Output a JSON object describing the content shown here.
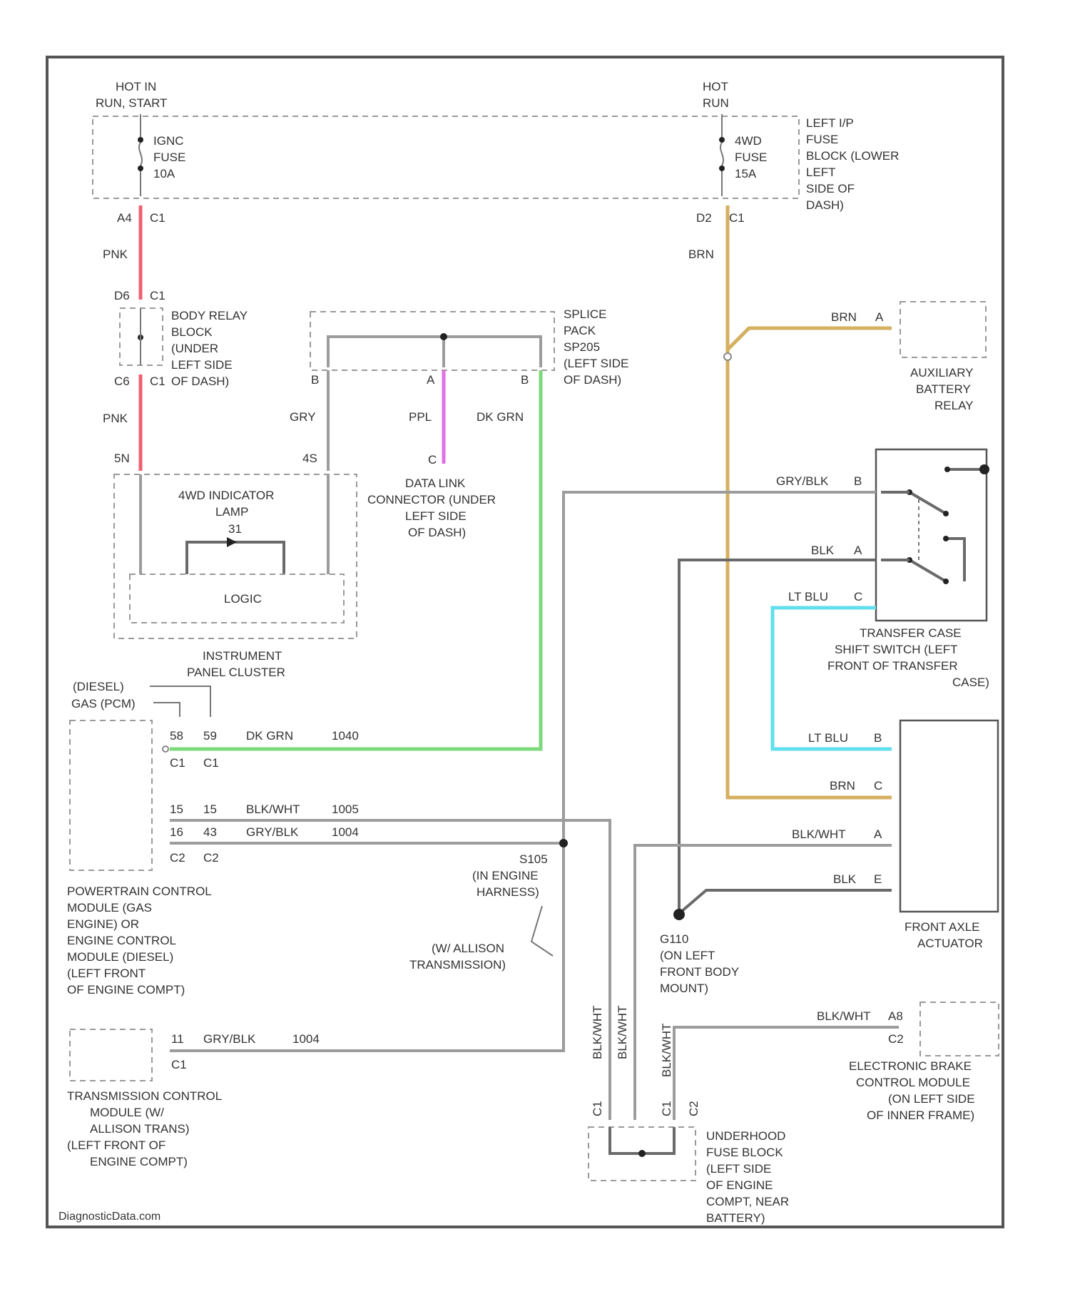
{
  "power": {
    "hot_run_start": [
      "HOT IN",
      "RUN, START"
    ],
    "hot_run": [
      "HOT",
      "RUN"
    ],
    "fuse_left": [
      "IGNC",
      "FUSE",
      "10A"
    ],
    "fuse_right": [
      "4WD",
      "FUSE",
      "15A"
    ],
    "fuse_block": [
      "LEFT I/P",
      "FUSE",
      "BLOCK (LOWER",
      "LEFT",
      "SIDE OF",
      "DASH)"
    ]
  },
  "body_relay": {
    "label": [
      "BODY RELAY",
      "BLOCK",
      "(UNDER",
      "LEFT SIDE",
      "OF DASH)"
    ],
    "pin_top": "D6",
    "pin_top_conn": "C1",
    "pin_bottom": "C6",
    "pin_bottom_conn": "C1"
  },
  "wires": {
    "pink_top": "PNK",
    "pink_bottom": "PNK",
    "brn_main": "BRN",
    "a4": "A4",
    "a4_conn": "C1",
    "d2": "D2",
    "d2_conn": "C1",
    "gry": "GRY",
    "ppl": "PPL",
    "dk_grn": "DK GRN"
  },
  "splice": {
    "label": [
      "SPLICE",
      "PACK",
      "SP205",
      "(LEFT SIDE",
      "OF DASH)"
    ],
    "pin_b_left": "B",
    "pin_a": "A",
    "pin_b_right": "B"
  },
  "dlc": {
    "pin": "C",
    "label": [
      "DATA LINK",
      "CONNECTOR (UNDER",
      "LEFT SIDE",
      "OF DASH)"
    ]
  },
  "cluster": {
    "pin_left": "5N",
    "pin_right": "4S",
    "lamp": [
      "4WD INDICATOR",
      "LAMP"
    ],
    "lamp_num": "31",
    "logic": "LOGIC",
    "label": [
      "INSTRUMENT",
      "PANEL CLUSTER"
    ]
  },
  "aux_relay": {
    "wire": "BRN",
    "pin": "A",
    "label": [
      "AUXILIARY",
      "BATTERY",
      "RELAY"
    ]
  },
  "transfer_switch": {
    "wire1": "GRY/BLK",
    "pin1": "B",
    "wire2": "BLK",
    "pin2": "A",
    "wire3": "LT BLU",
    "pin3": "C",
    "label": [
      "TRANSFER CASE",
      "SHIFT SWITCH (LEFT",
      "FRONT OF TRANSFER",
      "CASE)"
    ]
  },
  "pcm": {
    "note_diesel": "(DIESEL)",
    "note_gas": "GAS (PCM)",
    "row1": [
      "58",
      "59",
      "DK GRN",
      "1040"
    ],
    "conn1": [
      "C1",
      "C1"
    ],
    "row2": [
      "15",
      "15",
      "BLK/WHT",
      "1005"
    ],
    "row3": [
      "16",
      "43",
      "GRY/BLK",
      "1004"
    ],
    "conn2": [
      "C2",
      "C2"
    ],
    "label": [
      "POWERTRAIN CONTROL",
      "MODULE (GAS",
      "ENGINE) OR",
      "ENGINE CONTROL",
      "MODULE (DIESEL)",
      "(LEFT FRONT",
      "OF ENGINE COMPT)"
    ]
  },
  "actuator": {
    "wire_b": "LT BLU",
    "pin_b": "B",
    "wire_c": "BRN",
    "pin_c": "C",
    "wire_a": "BLK/WHT",
    "pin_a": "A",
    "wire_e": "BLK",
    "pin_e": "E",
    "label": [
      "FRONT AXLE",
      "ACTUATOR"
    ]
  },
  "s105": {
    "label": [
      "S105",
      "(IN ENGINE",
      "HARNESS)"
    ]
  },
  "allison": {
    "label": [
      "(W/ ALLISON",
      "TRANSMISSION)"
    ]
  },
  "g110": {
    "label": [
      "G110",
      "(ON LEFT",
      "FRONT BODY",
      "MOUNT)"
    ]
  },
  "tcm": {
    "row": [
      "11",
      "GRY/BLK",
      "1004"
    ],
    "conn": "C1",
    "label": [
      "TRANSMISSION CONTROL",
      "MODULE (W/",
      "ALLISON TRANS)",
      "(LEFT FRONT OF",
      "ENGINE COMPT)"
    ]
  },
  "underhood": {
    "wire1": "BLK/WHT",
    "wire2": "BLK/WHT",
    "wire3": "BLK/WHT",
    "pin1": "C1",
    "pin2": "C1",
    "pin3": "C2",
    "label": [
      "UNDERHOOD",
      "FUSE BLOCK",
      "(LEFT SIDE",
      "OF ENGINE",
      "COMPT, NEAR",
      "BATTERY)"
    ]
  },
  "ebcm": {
    "wire": "BLK/WHT",
    "pin": "A8",
    "conn": "C2",
    "label": [
      "ELECTRONIC BRAKE",
      "CONTROL MODULE",
      "(ON LEFT SIDE",
      "OF INNER FRAME)"
    ]
  },
  "watermark": "DiagnosticData.com"
}
